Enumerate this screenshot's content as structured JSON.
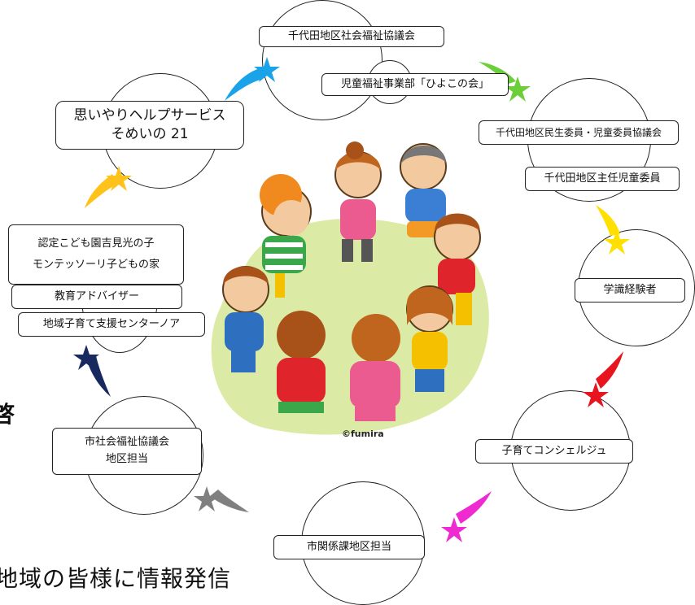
{
  "nodes": {
    "shakyo": {
      "label": "千代田地区社会福祉協議会"
    },
    "hiyoko": {
      "label": "児童福祉事業部「ひよこの会」"
    },
    "minsei": {
      "label": "千代田地区民生委員・児童委員協議会"
    },
    "shunin": {
      "label": "千代田地区主任児童委員"
    },
    "gakushiki": {
      "label": "学識経験者"
    },
    "concierge": {
      "label": "子育てコンシェルジュ"
    },
    "shikankei": {
      "label": "市関係課地区担当"
    },
    "shishakyo": {
      "lines": [
        "市社会福祉協議会",
        "地区担当"
      ]
    },
    "support": {
      "label": "地域子育て支援センターノア"
    },
    "advisor": {
      "label": "教育アドバイザー"
    },
    "kodomoen": {
      "lines": [
        "認定こども園吉見光の子",
        "モンテッソーリ子どもの家"
      ]
    },
    "help": {
      "lines": [
        "思いやりヘルプサービス",
        "そめいの 21"
      ]
    }
  },
  "center_image": {
    "description_icon": "children-circle-illustration",
    "credit": "©fumira"
  },
  "footer": {
    "text": "地域の皆様に情報発信",
    "edge_char": "啓"
  },
  "colors": {
    "star_blue": "#1aa3e8",
    "star_green": "#6ccf3a",
    "star_yellow": "#ffe000",
    "star_red": "#e8141e",
    "star_magenta": "#ee2ad0",
    "star_gray": "#808080",
    "star_navy": "#17295e",
    "star_orange": "#ffc21a",
    "grass": "#dbeaa5"
  }
}
